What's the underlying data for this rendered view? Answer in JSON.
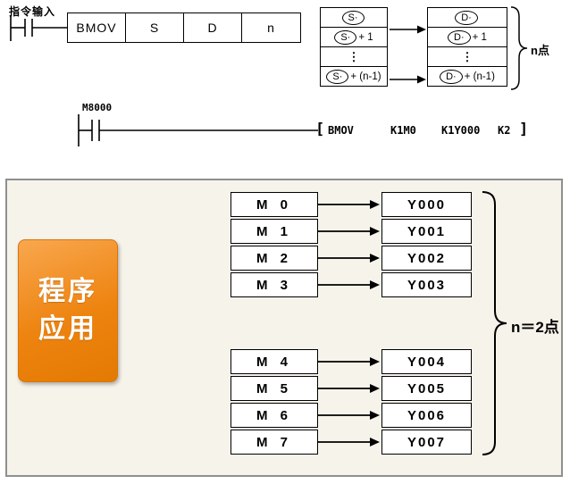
{
  "colors": {
    "accent_orange": "#ee8410",
    "panel_bg": "#f6f3eb",
    "line_black": "#000000"
  },
  "top": {
    "instruction_input_label": "指令输入",
    "instruction_table": [
      "BMOV",
      "S",
      "D",
      "n"
    ],
    "mapping": {
      "source_rows": [
        {
          "oval": "S·",
          "suffix": ""
        },
        {
          "oval": "S·",
          "suffix": "+ 1"
        },
        {
          "oval": "S·",
          "suffix": "+ (n-1)"
        }
      ],
      "dest_rows": [
        {
          "oval": "D·",
          "suffix": ""
        },
        {
          "oval": "D·",
          "suffix": "+ 1"
        },
        {
          "oval": "D·",
          "suffix": "+ (n-1)"
        }
      ],
      "dots": "⋮",
      "brace_label": "n点"
    },
    "ladder": {
      "contact_label": "M8000",
      "open_bracket": "[",
      "operands": [
        "BMOV",
        "K1M0",
        "K1Y000",
        "K2"
      ],
      "close_bracket": "]"
    }
  },
  "bottom": {
    "badge": {
      "line1": "程序",
      "line2": "应用"
    },
    "group1": {
      "sources": [
        "M 0",
        "M 1",
        "M 2",
        "M 3"
      ],
      "dests": [
        "Y000",
        "Y001",
        "Y002",
        "Y003"
      ]
    },
    "group2": {
      "sources": [
        "M 4",
        "M 5",
        "M 6",
        "M 7"
      ],
      "dests": [
        "Y004",
        "Y005",
        "Y006",
        "Y007"
      ]
    },
    "brace_label": "n＝2点"
  }
}
